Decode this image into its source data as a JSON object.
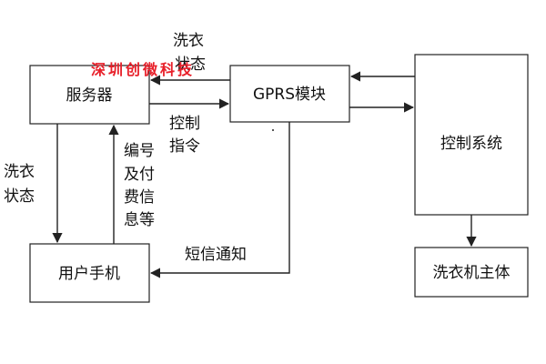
{
  "watermark": {
    "text": "深圳创微科技",
    "color": "#e8202a"
  },
  "nodes": {
    "server": "服务器",
    "gprs": "GPRS模块",
    "control": "控制系统",
    "phone": "用户手机",
    "washer": "洗衣机主体"
  },
  "edges": {
    "wash_status_top_1": "洗衣",
    "wash_status_top_2": "状态",
    "control_cmd_1": "控制",
    "control_cmd_2": "指令",
    "wash_status_left_1": "洗衣",
    "wash_status_left_2": "状态",
    "id_pay_1": "编号",
    "id_pay_2": "及付",
    "id_pay_3": "费信",
    "id_pay_4": "息等",
    "sms_notify": "短信通知"
  },
  "colors": {
    "line": "#222222",
    "text": "#111111",
    "accent": "#e8202a"
  }
}
